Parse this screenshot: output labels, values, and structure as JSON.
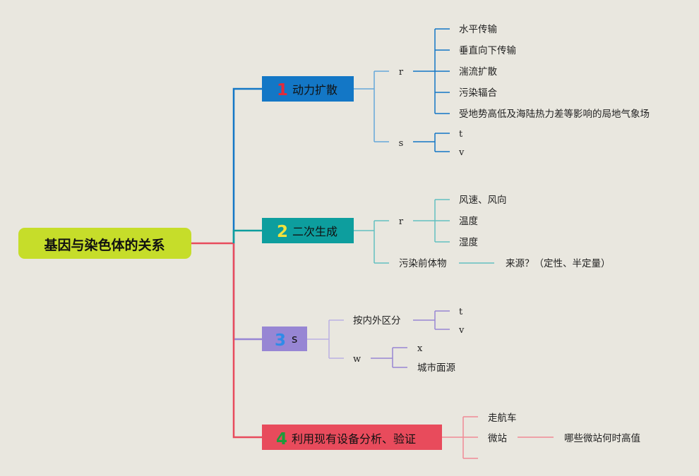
{
  "root": {
    "label": "基因与染色体的关系",
    "color": "#c6dd2a"
  },
  "branches": [
    {
      "number": "1",
      "label": "动力扩散",
      "color": "#1377c6",
      "number_color": "#e22b3a",
      "groups": [
        {
          "label": "r",
          "items": [
            "水平传输",
            "垂直向下传输",
            "湍流扩散",
            "污染辐合",
            "受地势高低及海陆热力差等影响的局地气象场"
          ]
        },
        {
          "label": "s",
          "items": [
            "t",
            "v"
          ]
        }
      ]
    },
    {
      "number": "2",
      "label": "二次生成",
      "color": "#0d9e9e",
      "number_color": "#f2e23d",
      "groups": [
        {
          "label": "r",
          "items": [
            "风速、风向",
            "温度",
            "湿度"
          ]
        },
        {
          "label": "污染前体物",
          "items": [
            "来源？（定性、半定量）"
          ]
        }
      ]
    },
    {
      "number": "3",
      "label": "s",
      "color": "#9786d4",
      "number_color": "#2f8be8",
      "groups": [
        {
          "label": "按内外区分",
          "items": [
            "t",
            "v"
          ]
        },
        {
          "label": "w",
          "items": [
            "x",
            "城市面源"
          ]
        }
      ]
    },
    {
      "number": "4",
      "label": "利用现有设备分析、验证",
      "color": "#e84b5c",
      "number_color": "#1e9a3a",
      "groups": [
        {
          "label": "走航车",
          "items": []
        },
        {
          "label": "微站",
          "items": [
            "哪些微站何时高值"
          ]
        },
        {
          "label": "",
          "items": []
        }
      ]
    }
  ]
}
